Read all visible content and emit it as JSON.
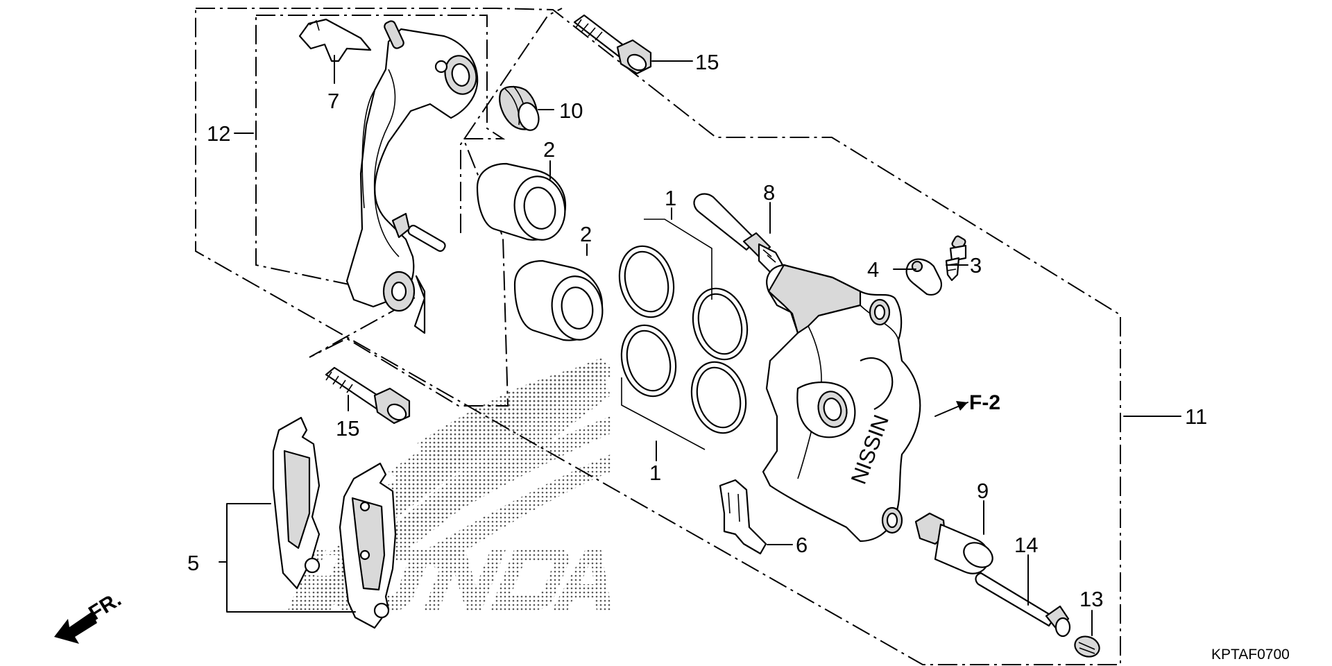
{
  "diagram": {
    "part_numbers": {
      "p1a": "1",
      "p1b": "1",
      "p2a": "2",
      "p2b": "2",
      "p3": "3",
      "p4": "4",
      "p5": "5",
      "p6": "6",
      "p7": "7",
      "p8": "8",
      "p9": "9",
      "p10": "10",
      "p11": "11",
      "p12": "12",
      "p13": "13",
      "p14": "14",
      "p15a": "15",
      "p15b": "15"
    },
    "reference": "F-2",
    "direction": "FR.",
    "code": "KPTAF0700",
    "watermark": "HONDA",
    "caliper_brand": "NISSIN"
  }
}
